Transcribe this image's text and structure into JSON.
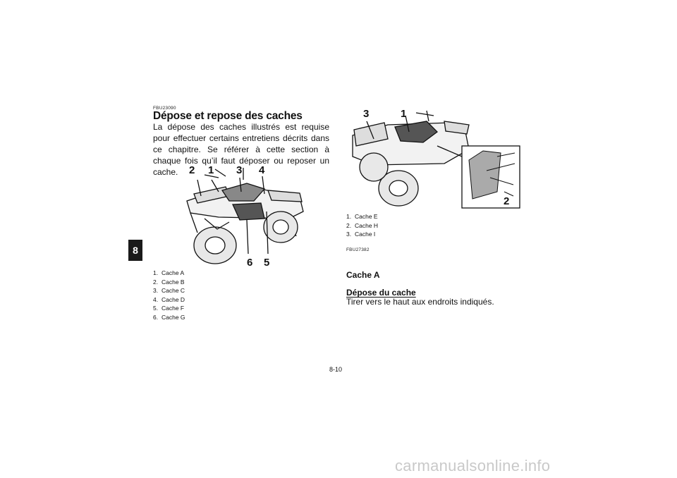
{
  "chapter": "8",
  "left": {
    "code": "FBU23090",
    "title": "Dépose et repose des caches",
    "body": "La dépose des caches illustrés est requise pour effectuer certains entretiens décrits dans ce chapitre. Se référer à cette section à chaque fois qu’il faut déposer ou reposer un cache.",
    "callouts": [
      "2",
      "1",
      "3",
      "4",
      "6",
      "5"
    ],
    "captions": [
      {
        "num": "1.",
        "label": "Cache A"
      },
      {
        "num": "2.",
        "label": "Cache B"
      },
      {
        "num": "3.",
        "label": "Cache C"
      },
      {
        "num": "4.",
        "label": "Cache D"
      },
      {
        "num": "5.",
        "label": "Cache F"
      },
      {
        "num": "6.",
        "label": "Cache G"
      }
    ]
  },
  "right": {
    "callouts": [
      "3",
      "1",
      "2"
    ],
    "captions": [
      {
        "num": "1.",
        "label": "Cache E"
      },
      {
        "num": "2.",
        "label": "Cache H"
      },
      {
        "num": "3.",
        "label": "Cache I"
      }
    ],
    "code": "FBU27382",
    "subheading": "Cache A",
    "procedure_title": "Dépose du cache",
    "instruction": "Tirer vers le haut aux endroits indiqués."
  },
  "page_number": "8-10",
  "watermark": "carmanualsonline.info"
}
